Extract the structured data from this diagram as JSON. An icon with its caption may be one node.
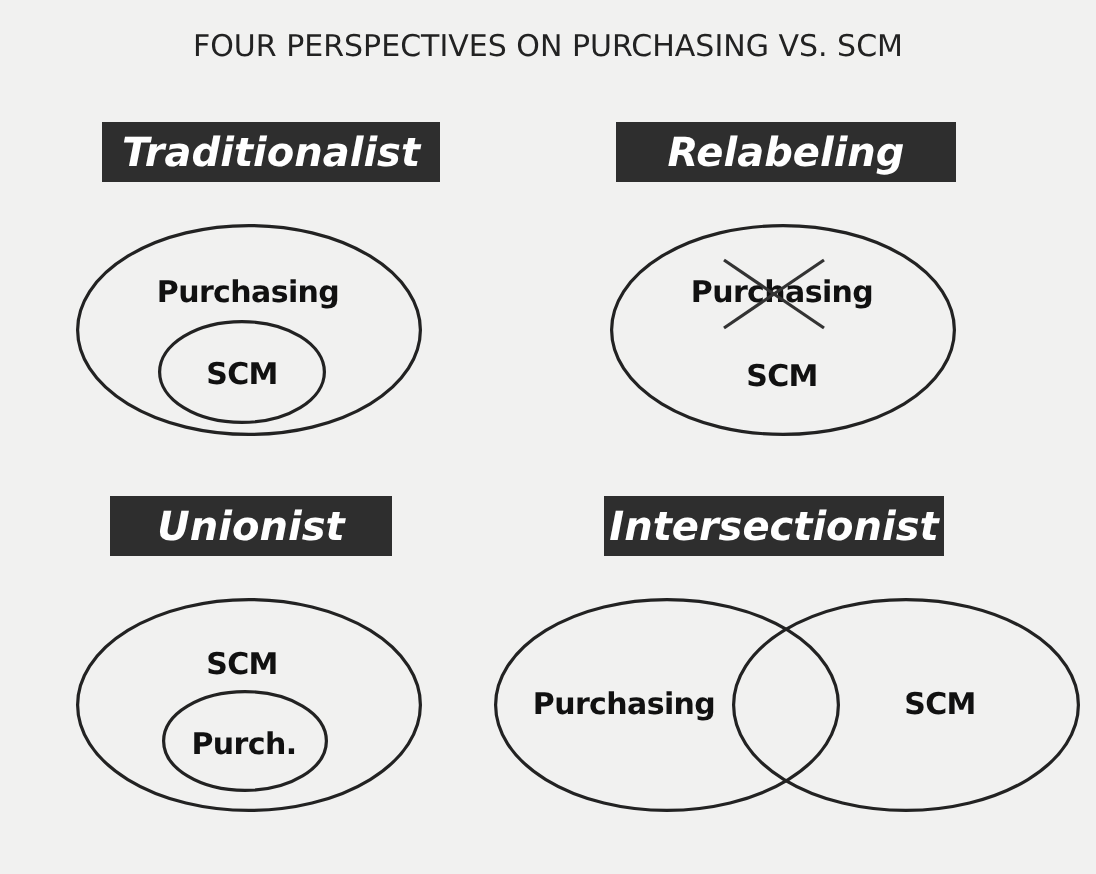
{
  "diagram": {
    "title": "FOUR PERSPECTIVES ON PURCHASING VS. SCM",
    "nodes": [
      {
        "text": [
          "Traditionalist"
        ]
      },
      {
        "text": [
          "Relabeling"
        ]
      },
      {
        "text": [
          "Purchasing"
        ]
      },
      {
        "text": [
          "SCM"
        ],
        "in": 2
      },
      {
        "text": [
          "Purchasing",
          "SCM"
        ]
      },
      {
        "text": [
          "Unionist"
        ]
      },
      {
        "text": [
          "Intersectionist"
        ]
      },
      {
        "text": [
          "SCM"
        ]
      },
      {
        "text": [
          "Purch."
        ],
        "in": 7
      },
      {
        "text": [
          "Purchasing"
        ]
      },
      {
        "text": [
          "SCM"
        ]
      }
    ]
  }
}
